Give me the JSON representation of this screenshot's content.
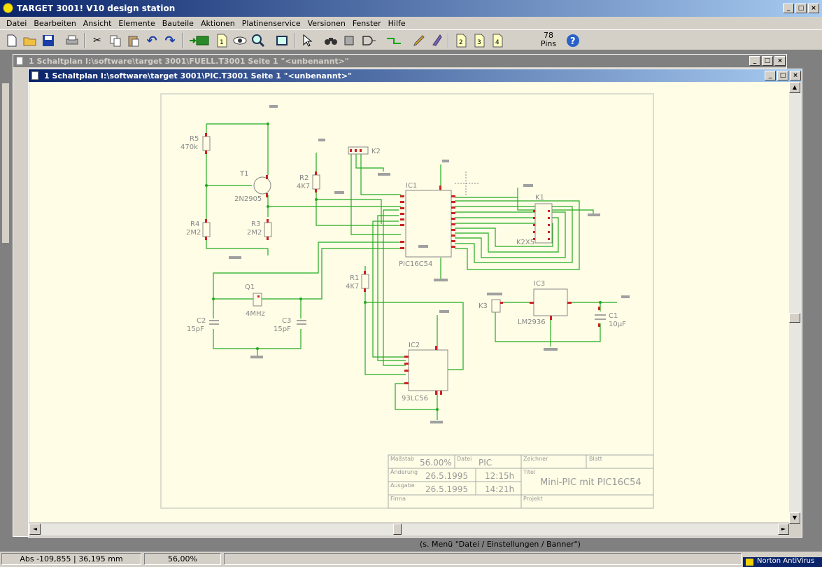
{
  "app": {
    "title": "TARGET 3001! V10 design station"
  },
  "menu": [
    "Datei",
    "Bearbeiten",
    "Ansicht",
    "Elemente",
    "Bauteile",
    "Aktionen",
    "Platinenservice",
    "Versionen",
    "Fenster",
    "Hilfe"
  ],
  "toolbar": {
    "icons": [
      "new-file-icon",
      "open-folder-icon",
      "save-icon",
      "print-icon",
      "cut-icon",
      "copy-icon",
      "paste-icon",
      "undo-icon",
      "redo-icon",
      "board-switch-icon",
      "page-1-icon",
      "eye-icon",
      "zoom-icon",
      "fit-view-icon",
      "pointer-icon",
      "binoculars-icon",
      "component-icon",
      "gate-icon",
      "wire-icon",
      "pencil-icon",
      "text-icon",
      "page-2-icon",
      "page-3-icon",
      "page-4-icon",
      "help-icon"
    ],
    "page1_label": "1",
    "page2_label": "2",
    "page3_label": "3",
    "page4_label": "4",
    "pins_count": "78",
    "pins_label": "Pins",
    "help_label": "?"
  },
  "windows": {
    "back_title": "1 Schaltplan I:\\software\\target 3001\\FUELL.T3001 Seite 1 \"<unbenannt>\"",
    "front_title": "1 Schaltplan I:\\software\\target 3001\\PIC.T3001 Seite 1 \"<unbenannt>\""
  },
  "schematic": {
    "components": {
      "r5_ref": "R5",
      "r5_val": "470k",
      "t1_ref": "T1",
      "t1_val": "2N2905",
      "r2_ref": "R2",
      "r2_val": "4K7",
      "k2_ref": "K2",
      "ic1_ref": "IC1",
      "ic1_val": "PIC16C54",
      "k1_ref": "K1",
      "k1_val": "K2X5",
      "r4_ref": "R4",
      "r4_val": "2M2",
      "r3_ref": "R3",
      "r3_val": "2M2",
      "q1_ref": "Q1",
      "q1_val": "4MHz",
      "c2_ref": "C2",
      "c2_val": "15pF",
      "c3_ref": "C3",
      "c3_val": "15pF",
      "r1_ref": "R1",
      "r1_val": "4K7",
      "ic3_ref": "IC3",
      "ic3_val": "LM2936",
      "k3_ref": "K3",
      "c1_ref": "C1",
      "c1_val": "10µF",
      "ic2_ref": "IC2",
      "ic2_val": "93LC56"
    },
    "titleblock": {
      "massstab_label": "Maßstab",
      "massstab_value": "56.00%",
      "datei_label": "Datei",
      "datei_value": "PIC",
      "zeichner_label": "Zeichner",
      "blatt_label": "Blatt",
      "aenderung_label": "Änderung",
      "aenderung_date": "26.5.1995",
      "aenderung_time": "12:15h",
      "titel_label": "Titel",
      "titel_value": "Mini-PIC mit PIC16C54",
      "ausgabe_label": "Ausgabe",
      "ausgabe_date": "26.5.1995",
      "ausgabe_time": "14:21h",
      "firma_label": "Firma",
      "projekt_label": "Projekt"
    }
  },
  "hint": "(s. Menü \"Datei / Einstellungen / Banner\")",
  "status": {
    "coords": "Abs -109,855 | 36,195 mm",
    "zoom": "56,00%"
  },
  "tray": {
    "norton": "Norton AntiVirus"
  }
}
